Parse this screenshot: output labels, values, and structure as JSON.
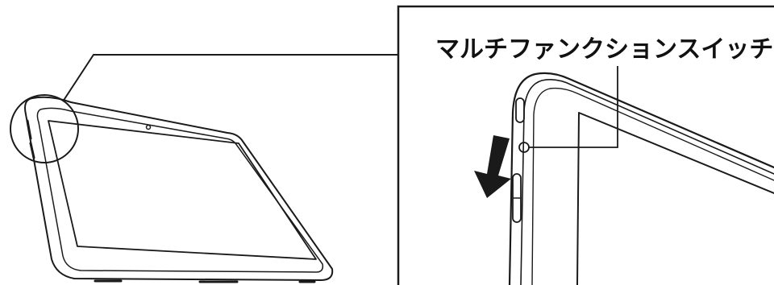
{
  "callout": {
    "label": "マルチファンクションスイッチ"
  },
  "figure": {
    "overview": "tablet-overview",
    "detail": "tablet-corner-detail",
    "arrow_direction": "down"
  },
  "colors": {
    "line": "#1a1a1a",
    "arrow": "#1a1a1a",
    "background": "#ffffff",
    "bezel_fill": "#ffffff"
  }
}
